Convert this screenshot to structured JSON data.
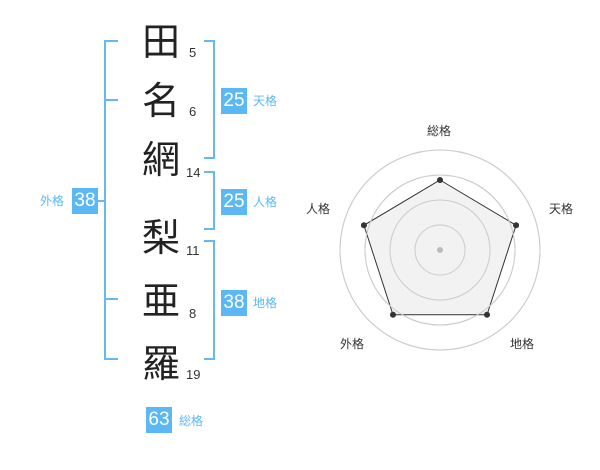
{
  "name_chars": [
    {
      "char": "田",
      "strokes": "5"
    },
    {
      "char": "名",
      "strokes": "6"
    },
    {
      "char": "網",
      "strokes": "14"
    },
    {
      "char": "梨",
      "strokes": "11"
    },
    {
      "char": "亜",
      "strokes": "8"
    },
    {
      "char": "羅",
      "strokes": "19"
    }
  ],
  "scores": {
    "tenkaku": {
      "value": "25",
      "label": "天格"
    },
    "jinkaku": {
      "value": "25",
      "label": "人格"
    },
    "chikaku": {
      "value": "38",
      "label": "地格"
    },
    "gaikaku": {
      "value": "38",
      "label": "外格"
    },
    "soukaku": {
      "value": "63",
      "label": "総格"
    }
  },
  "radar": {
    "axes": [
      "総格",
      "天格",
      "地格",
      "外格",
      "人格"
    ],
    "levels": 4,
    "values": [
      0.7,
      0.8,
      0.8,
      0.8,
      0.8
    ],
    "colors": {
      "ring": "#cccccc",
      "fill": "#eeeeee",
      "line": "#333333",
      "center": "#bbbbbb"
    }
  },
  "colors": {
    "accent": "#5bb8f5",
    "bracket": "#67b8ee"
  }
}
